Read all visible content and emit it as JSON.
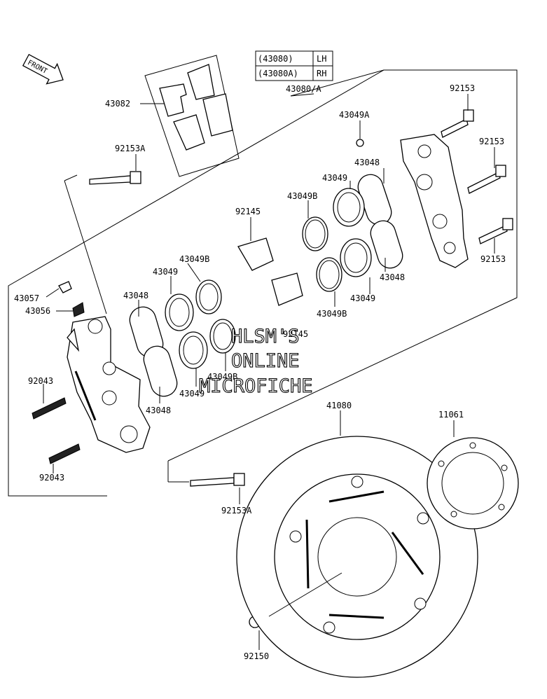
{
  "front_label": "FRONT",
  "legend": {
    "rows": [
      {
        "code": "(43080)",
        "side": "LH"
      },
      {
        "code": "(43080A)",
        "side": "RH"
      }
    ]
  },
  "parts": {
    "p43082": "43082",
    "p43080a": "43080/A",
    "p92153_top": "92153",
    "p92153_mid": "92153",
    "p92153_low": "92153",
    "p92153a_top": "92153A",
    "p92153a_bottom": "92153A",
    "p43049a": "43049A",
    "p43048_r1": "43048",
    "p43049_r1": "43049",
    "p43049b_r1": "43049B",
    "p92145_a": "92145",
    "p92145_b": "92145",
    "p43048_r2": "43048",
    "p43049_r2": "43049",
    "p43049b_r2": "43049B",
    "p43049b_l1": "43049B",
    "p43049_l1": "43049",
    "p43048_l1": "43048",
    "p43049b_l2": "43049B",
    "p43049_l2": "43049",
    "p43048_l2": "43048",
    "p43057": "43057",
    "p43056": "43056",
    "p92043_a": "92043",
    "p92043_b": "92043",
    "p41080": "41080",
    "p11061": "11061",
    "p92150": "92150"
  },
  "watermark": {
    "line1": "HLSM'S",
    "line2": "ONLINE",
    "line3": "MICROFICHE"
  }
}
